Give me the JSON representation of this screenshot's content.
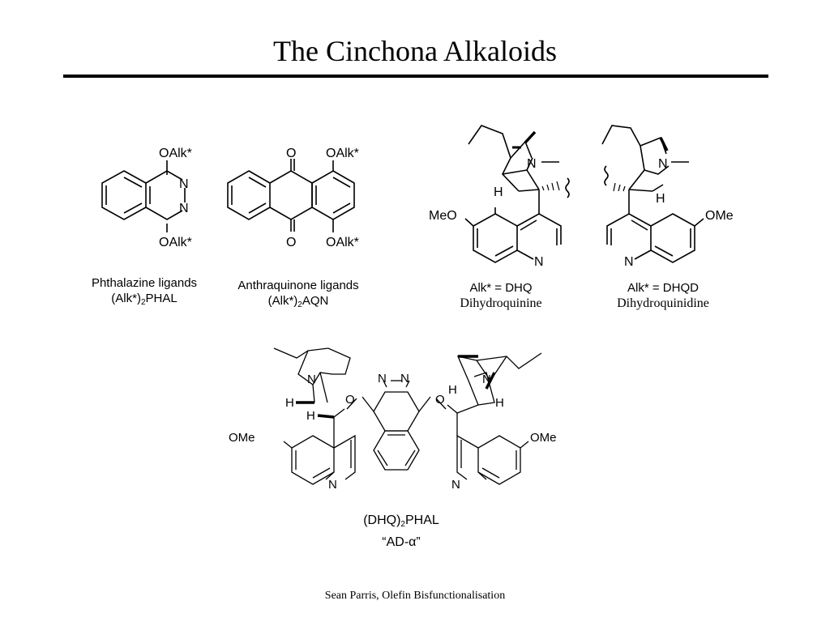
{
  "title": "The Cinchona Alkaloids",
  "footer": "Sean Parris, Olefin Bisfunctionalisation",
  "atoms": {
    "oalk": "OAlk*",
    "o": "O",
    "n": "N",
    "h": "H",
    "ome_meo": "MeO",
    "ome": "OMe"
  },
  "captions": {
    "phal_l1": "Phthalazine ligands",
    "phal_l2_pre": "(Alk*)",
    "phal_l2_sub": "2",
    "phal_l2_post": "PHAL",
    "aqn_l1": "Anthraquinone ligands",
    "aqn_l2_pre": "(Alk*)",
    "aqn_l2_sub": "2",
    "aqn_l2_post": "AQN",
    "dhq_alk": "Alk* = DHQ",
    "dhq_name": "Dihydroquinine",
    "dhqd_alk": "Alk* = DHQD",
    "dhqd_name": "Dihydroquinidine",
    "main_pre": "(DHQ)",
    "main_sub": "2",
    "main_post": "PHAL",
    "main_alias": "“AD-α”"
  }
}
